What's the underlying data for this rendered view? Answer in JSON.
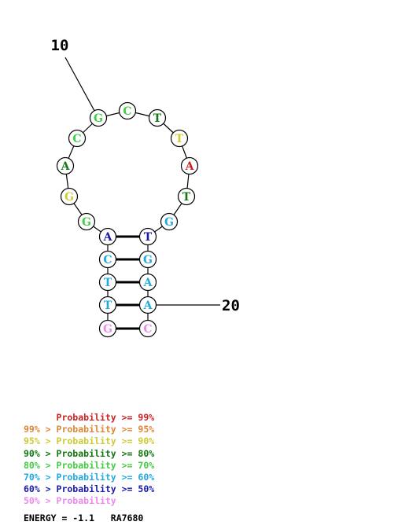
{
  "structure": {
    "nucleotides": [
      {
        "index": 1,
        "base": "G",
        "color": "#ee88ee"
      },
      {
        "index": 2,
        "base": "T",
        "color": "#22aadd"
      },
      {
        "index": 3,
        "base": "T",
        "color": "#22aadd"
      },
      {
        "index": 4,
        "base": "C",
        "color": "#22aadd"
      },
      {
        "index": 5,
        "base": "A",
        "color": "#1a1aaa"
      },
      {
        "index": 6,
        "base": "G",
        "color": "#44cc44"
      },
      {
        "index": 7,
        "base": "G",
        "color": "#cccc33"
      },
      {
        "index": 8,
        "base": "A",
        "color": "#117711"
      },
      {
        "index": 9,
        "base": "C",
        "color": "#44cc44"
      },
      {
        "index": 10,
        "base": "G",
        "color": "#44cc44"
      },
      {
        "index": 11,
        "base": "C",
        "color": "#44cc44"
      },
      {
        "index": 12,
        "base": "T",
        "color": "#117711"
      },
      {
        "index": 13,
        "base": "T",
        "color": "#cccc33"
      },
      {
        "index": 14,
        "base": "A",
        "color": "#cc2222"
      },
      {
        "index": 15,
        "base": "T",
        "color": "#117711"
      },
      {
        "index": 16,
        "base": "G",
        "color": "#22aadd"
      },
      {
        "index": 17,
        "base": "T",
        "color": "#1a1aaa"
      },
      {
        "index": 18,
        "base": "G",
        "color": "#22aadd"
      },
      {
        "index": 19,
        "base": "A",
        "color": "#22aadd"
      },
      {
        "index": 20,
        "base": "A",
        "color": "#22aadd"
      },
      {
        "index": 21,
        "base": "C",
        "color": "#ee88ee"
      }
    ],
    "pairs": [
      [
        1,
        21
      ],
      [
        2,
        20
      ],
      [
        3,
        19
      ],
      [
        4,
        18
      ],
      [
        5,
        17
      ]
    ],
    "position_labels": [
      {
        "index": 10,
        "text": "10"
      },
      {
        "index": 20,
        "text": "20"
      }
    ]
  },
  "legend": [
    {
      "prefix": "      ",
      "text": "Probability >= 99%",
      "color": "#cc2222"
    },
    {
      "prefix": "99% > ",
      "text": "Probability >= 95%",
      "color": "#dd8833"
    },
    {
      "prefix": "95% > ",
      "text": "Probability >= 90%",
      "color": "#cccc33"
    },
    {
      "prefix": "90% > ",
      "text": "Probability >= 80%",
      "color": "#117711"
    },
    {
      "prefix": "80% > ",
      "text": "Probability >= 70%",
      "color": "#44cc44"
    },
    {
      "prefix": "70% > ",
      "text": "Probability >= 60%",
      "color": "#22aadd"
    },
    {
      "prefix": "60% > ",
      "text": "Probability >= 50%",
      "color": "#1a1aaa"
    },
    {
      "prefix": "50% > ",
      "text": "Probability",
      "color": "#ee88ee"
    }
  ],
  "energy_text": "ENERGY = -1.1   RA7680"
}
